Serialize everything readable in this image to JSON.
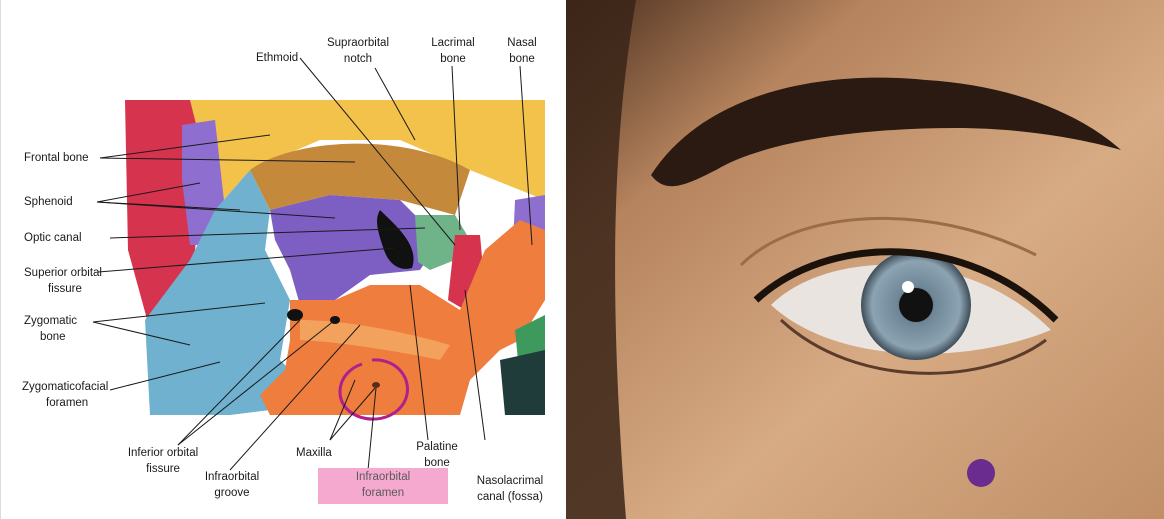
{
  "diagram": {
    "labels": {
      "frontal_bone": "Frontal bone",
      "sphenoid": "Sphenoid",
      "optic_canal": "Optic canal",
      "superior_orbital_fissure_1": "Superior orbital",
      "superior_orbital_fissure_2": "fissure",
      "zygomatic_bone_1": "Zygomatic",
      "zygomatic_bone_2": "bone",
      "zygomaticofacial_1": "Zygomaticofacial",
      "zygomaticofacial_2": "foramen",
      "ethmoid": "Ethmoid",
      "supraorbital_1": "Supraorbital",
      "supraorbital_2": "notch",
      "lacrimal_1": "Lacrimal",
      "lacrimal_2": "bone",
      "nasal_1": "Nasal",
      "nasal_2": "bone",
      "inferior_orbital_1": "Inferior orbital",
      "inferior_orbital_2": "fissure",
      "infraorbital_groove_1": "Infraorbital",
      "infraorbital_groove_2": "groove",
      "maxilla": "Maxilla",
      "palatine_1": "Palatine",
      "palatine_2": "bone",
      "infraorbital_foramen_1": "Infraorbital",
      "infraorbital_foramen_2": "foramen",
      "nasolacrimal_1": "Nasolacrimal",
      "nasolacrimal_2": "canal (fossa)"
    },
    "colors": {
      "frontal": "#f2c24a",
      "sphenoid": "#7d5fc4",
      "zygomatic": "#6fb1cf",
      "maxilla": "#ee7d3e",
      "red": "#d6334e",
      "highlight_circle": "#b0208c",
      "highlight_pill": "#f6a9cf",
      "marker_dot": "#6a2d8f"
    }
  }
}
